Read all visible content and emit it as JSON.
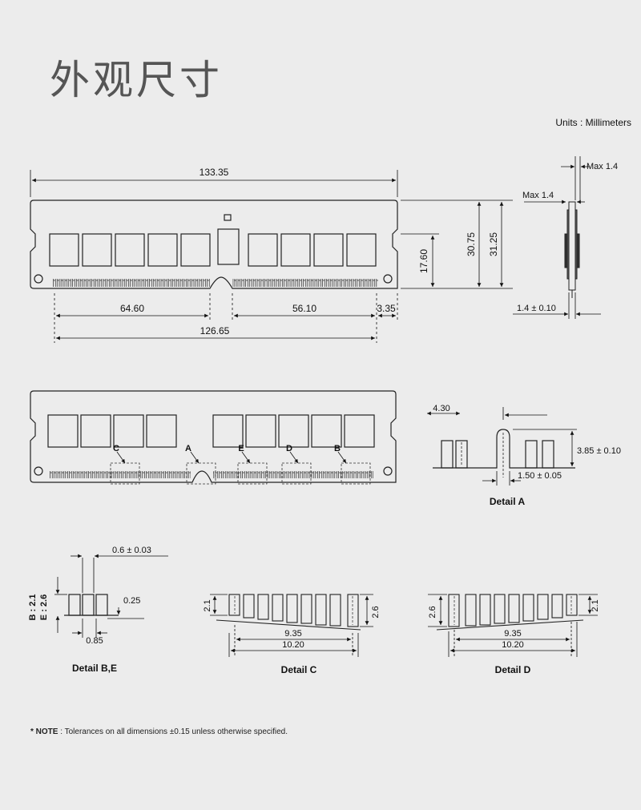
{
  "title": "外观尺寸",
  "units_label": "Units : Millimeters",
  "top_view": {
    "width": "133.35",
    "height_a": "30.75",
    "height_b": "31.25",
    "key_height": "17.60",
    "left_section": "64.60",
    "right_section": "56.10",
    "end_offset": "3.35",
    "pin_span": "126.65"
  },
  "side_view": {
    "max_top": "Max 1.4",
    "max_mid": "Max 1.4",
    "thickness": "1.4 ± 0.10"
  },
  "detail_a": {
    "width": "4.30",
    "notch_height": "3.85 ± 0.10",
    "notch_width": "1.50 ± 0.05",
    "label": "Detail A"
  },
  "callouts": [
    "C",
    "A",
    "E",
    "D",
    "B"
  ],
  "detail_be": {
    "pitch": "0.6 ± 0.03",
    "gap": "0.25",
    "pad_width": "0.85",
    "height_b": "B : 2.1",
    "height_e": "E : 2.6",
    "label": "Detail B,E"
  },
  "detail_c": {
    "left_height": "2.1",
    "right_height": "2.6",
    "inner_span": "9.35",
    "outer_span": "10.20",
    "label": "Detail C"
  },
  "detail_d": {
    "left_height": "2.6",
    "right_height": "2.1",
    "inner_span": "9.35",
    "outer_span": "10.20",
    "label": "Detail D"
  },
  "note": {
    "prefix": "* NOTE",
    "text": " : Tolerances on all dimensions ±0.15 unless otherwise specified."
  }
}
